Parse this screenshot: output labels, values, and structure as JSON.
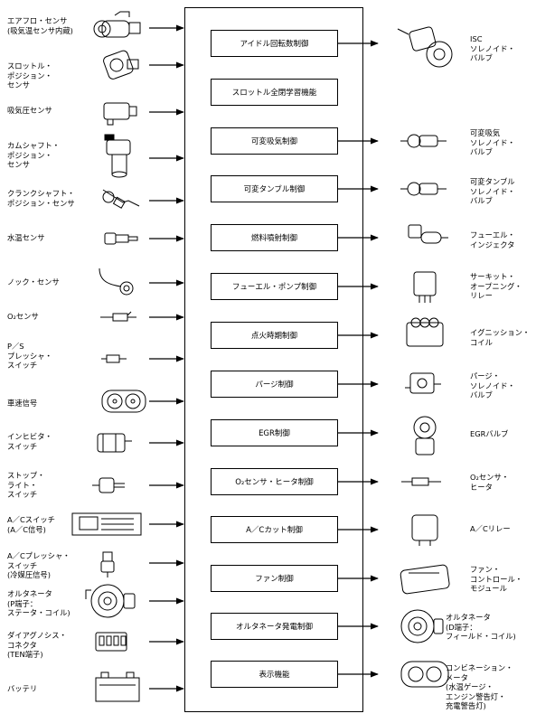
{
  "inputs": [
    {
      "label": "エアフロ・センサ\n(吸気温センサ内蔵)",
      "icon": "airflow-sensor-icon"
    },
    {
      "label": "スロットル・\nポジション・\nセンサ",
      "icon": "throttle-position-sensor-icon"
    },
    {
      "label": "吸気圧センサ",
      "icon": "intake-pressure-sensor-icon"
    },
    {
      "label": "カムシャフト・\nポジション・\nセンサ",
      "icon": "camshaft-position-sensor-icon"
    },
    {
      "label": "クランクシャフト・\nポジション・センサ",
      "icon": "crankshaft-position-sensor-icon"
    },
    {
      "label": "水温センサ",
      "icon": "water-temp-sensor-icon"
    },
    {
      "label": "ノック・センサ",
      "icon": "knock-sensor-icon"
    },
    {
      "label": "O₂センサ",
      "icon": "o2-sensor-icon"
    },
    {
      "label": "P／S\nプレッシャ・\nスイッチ",
      "icon": "ps-pressure-switch-icon"
    },
    {
      "label": "車速信号",
      "icon": "speedometer-icon"
    },
    {
      "label": "インヒビタ・\nスイッチ",
      "icon": "inhibitor-switch-icon"
    },
    {
      "label": "ストップ・\nライト・\nスイッチ",
      "icon": "stop-light-switch-icon"
    },
    {
      "label": "A／Cスイッチ\n(A／C信号)",
      "icon": "ac-switch-panel-icon"
    },
    {
      "label": "A／Cプレッシャ・\nスイッチ\n(冷媒圧信号)",
      "icon": "ac-pressure-switch-icon"
    },
    {
      "label": "オルタネータ\n(P端子：\nステータ・コイル)",
      "icon": "alternator-icon"
    },
    {
      "label": "ダイアグノシス・\nコネクタ\n(TEN端子)",
      "icon": "diagnosis-connector-icon"
    },
    {
      "label": "バッテリ",
      "icon": "battery-icon"
    }
  ],
  "functions": [
    "アイドル回転数制御",
    "スロットル全閉学習機能",
    "可変吸気制御",
    "可変タンブル制御",
    "燃料噴射制御",
    "フューエル・ポンプ制御",
    "点火時期制御",
    "パージ制御",
    "EGR制御",
    "O₂センサ・ヒータ制御",
    "A／Cカット制御",
    "ファン制御",
    "オルタネータ発電制御",
    "表示機能"
  ],
  "outputs": [
    {
      "label": "ISC\nソレノイド・\nバルブ",
      "icon": "isc-solenoid-valve-icon"
    },
    {
      "label": "可変吸気\nソレノイド・\nバルブ",
      "icon": "variable-intake-solenoid-icon"
    },
    {
      "label": "可変タンブル\nソレノイド・\nバルブ",
      "icon": "variable-tumble-solenoid-icon"
    },
    {
      "label": "フューエル・\nインジェクタ",
      "icon": "fuel-injector-icon"
    },
    {
      "label": "サーキット・\nオープニング・\nリレー",
      "icon": "circuit-opening-relay-icon"
    },
    {
      "label": "イグニッション・\nコイル",
      "icon": "ignition-coil-icon"
    },
    {
      "label": "パージ・\nソレノイド・\nバルブ",
      "icon": "purge-solenoid-valve-icon"
    },
    {
      "label": "EGRバルブ",
      "icon": "egr-valve-icon"
    },
    {
      "label": "O₂センサ・\nヒータ",
      "icon": "o2-sensor-heater-icon"
    },
    {
      "label": "A／Cリレー",
      "icon": "ac-relay-icon"
    },
    {
      "label": "ファン・\nコントロール・\nモジュール",
      "icon": "fan-control-module-icon"
    },
    {
      "label": "オルタネータ\n(D端子：\nフィールド・コイル)",
      "icon": "alternator-output-icon"
    },
    {
      "label": "コンビネーション・\nメータ\n(水温ゲージ・\nエンジン警告灯・\n充電警告灯)",
      "icon": "combination-meter-icon"
    }
  ]
}
